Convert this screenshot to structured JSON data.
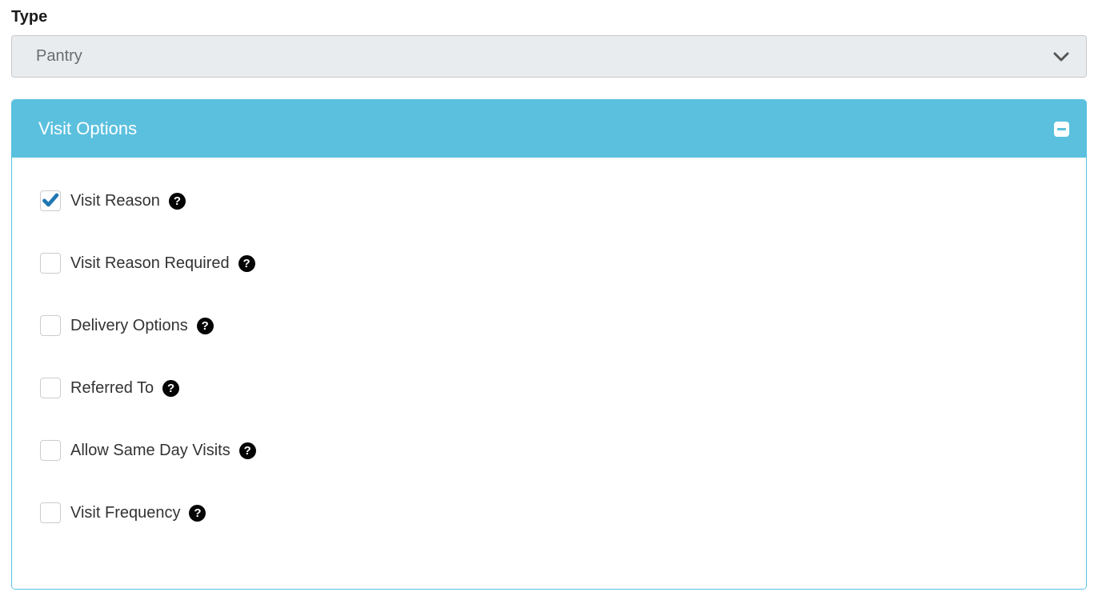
{
  "form": {
    "type_label": "Type",
    "type_select": {
      "value": "Pantry",
      "icon": "chevron-down-icon",
      "disabled_look": true
    }
  },
  "panel": {
    "title": "Visit Options",
    "collapse_icon": "minus-square-icon",
    "help_icon": "question-circle-icon",
    "options": [
      {
        "label": "Visit Reason",
        "checked": true
      },
      {
        "label": "Visit Reason Required",
        "checked": false
      },
      {
        "label": "Delivery Options",
        "checked": false
      },
      {
        "label": "Referred To",
        "checked": false
      },
      {
        "label": "Allow Same Day Visits",
        "checked": false
      },
      {
        "label": "Visit Frequency",
        "checked": false
      }
    ]
  },
  "colors": {
    "panel_header_bg": "#5bc0de",
    "panel_border": "#56c0de",
    "check_mark": "#2077b2",
    "select_bg": "#e9ecef",
    "help_icon_bg": "#050505",
    "text": "#333333"
  }
}
